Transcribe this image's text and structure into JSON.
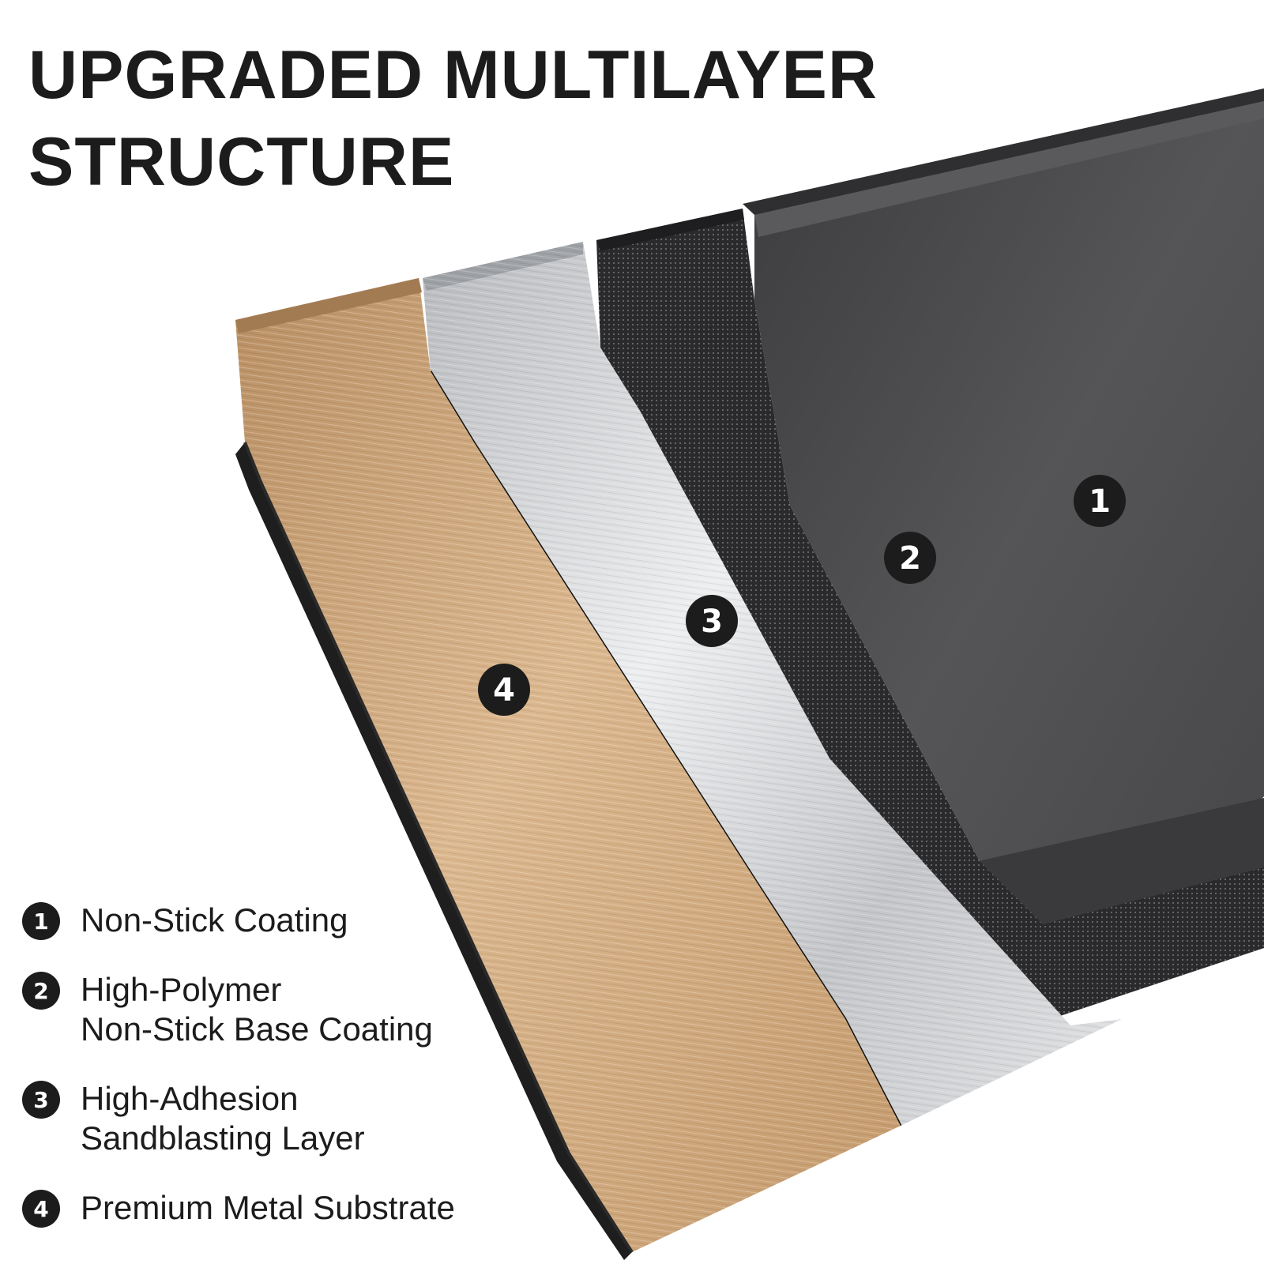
{
  "heading": {
    "line1": "UPGRADED MULTILAYER",
    "line2": "STRUCTURE"
  },
  "layers": [
    {
      "number": "1",
      "lines": [
        "Non-Stick Coating"
      ],
      "swatch": "#4a4a4c"
    },
    {
      "number": "2",
      "lines": [
        "High-Polymer",
        "Non-Stick Base Coating"
      ],
      "swatch": "#2e2e30"
    },
    {
      "number": "3",
      "lines": [
        "High-Adhesion",
        "Sandblasting Layer"
      ],
      "swatch": "#c8cacd"
    },
    {
      "number": "4",
      "lines": [
        "Premium Metal Substrate"
      ],
      "swatch": "#c9a27a"
    }
  ],
  "colors": {
    "text": "#1c1c1c",
    "badge": "#1c1c1c",
    "gold": "#c9a27a",
    "silver": "#cfd1d4",
    "dark_textured": "#2c2c2e",
    "non_stick": "#4d4d4f"
  }
}
